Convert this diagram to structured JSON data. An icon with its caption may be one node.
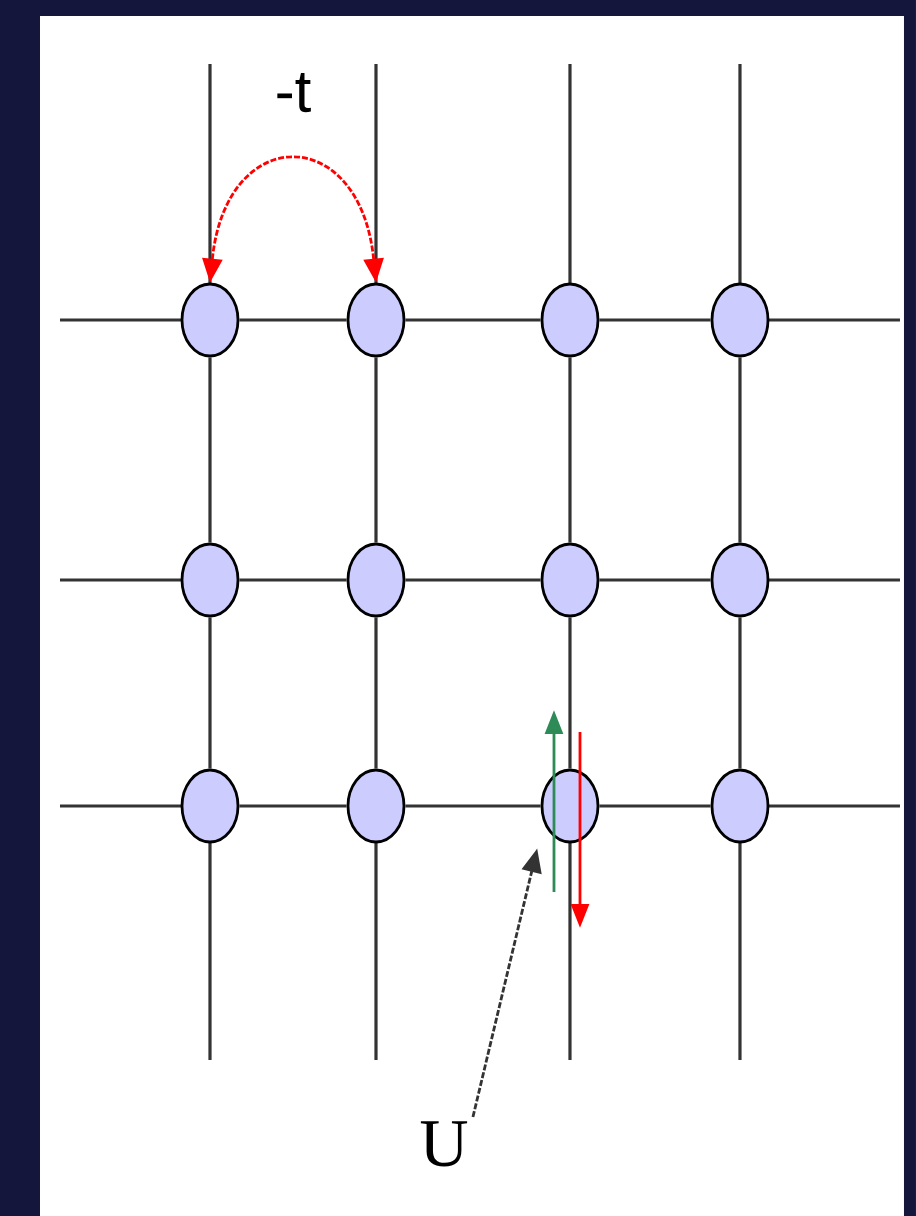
{
  "diagram": {
    "nodes": [
      {
        "text": [],
        "shape": "circle"
      },
      {
        "text": [],
        "shape": "circle"
      },
      {
        "text": [],
        "shape": "circle"
      },
      {
        "text": [],
        "shape": "circle"
      },
      {
        "text": [],
        "shape": "circle"
      },
      {
        "text": [],
        "shape": "circle"
      },
      {
        "text": [],
        "shape": "circle"
      },
      {
        "text": [],
        "shape": "circle"
      },
      {
        "text": [],
        "shape": "circle"
      },
      {
        "text": [],
        "shape": "circle"
      },
      {
        "text": [],
        "shape": "circle"
      },
      {
        "text": [],
        "shape": "circle"
      },
      {
        "text": [
          "U"
        ]
      }
    ],
    "edges": [
      {
        "from": 0,
        "to": 1,
        "arrow": "both",
        "label": "-t",
        "style": "dashed",
        "color": "#ff0000"
      },
      {
        "from": 0,
        "to": 1,
        "arrow": "none"
      },
      {
        "from": 1,
        "to": 2,
        "arrow": "none"
      },
      {
        "from": 2,
        "to": 3,
        "arrow": "none"
      },
      {
        "from": 4,
        "to": 5,
        "arrow": "none"
      },
      {
        "from": 5,
        "to": 6,
        "arrow": "none"
      },
      {
        "from": 6,
        "to": 7,
        "arrow": "none"
      },
      {
        "from": 8,
        "to": 9,
        "arrow": "none"
      },
      {
        "from": 9,
        "to": 10,
        "arrow": "none"
      },
      {
        "from": 10,
        "to": 11,
        "arrow": "none"
      },
      {
        "from": 0,
        "to": 4,
        "arrow": "none"
      },
      {
        "from": 4,
        "to": 8,
        "arrow": "none"
      },
      {
        "from": 1,
        "to": 5,
        "arrow": "none"
      },
      {
        "from": 5,
        "to": 9,
        "arrow": "none"
      },
      {
        "from": 2,
        "to": 6,
        "arrow": "none"
      },
      {
        "from": 6,
        "to": 10,
        "arrow": "none"
      },
      {
        "from": 3,
        "to": 7,
        "arrow": "none"
      },
      {
        "from": 7,
        "to": 11,
        "arrow": "none"
      },
      {
        "from": 12,
        "to": 10,
        "arrow": "to",
        "style": "dashed"
      }
    ]
  }
}
